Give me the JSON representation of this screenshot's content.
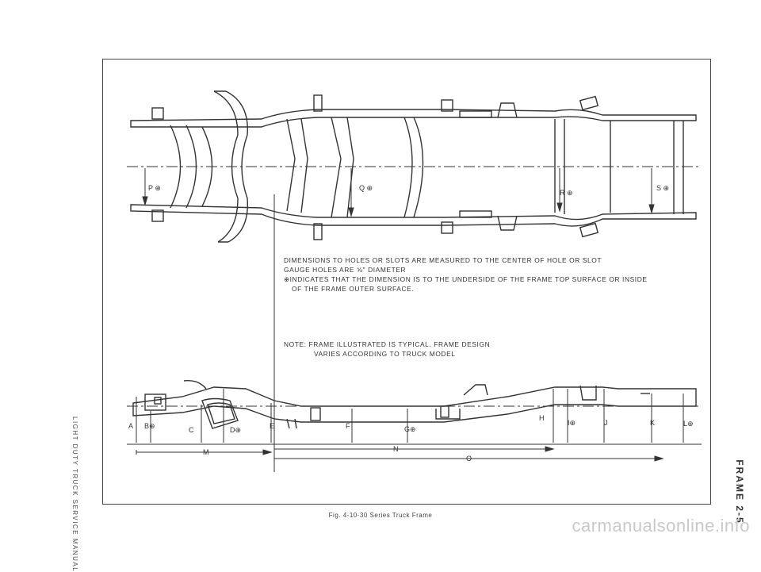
{
  "side_label_left": "LIGHT DUTY TRUCK SERVICE MANUAL",
  "side_label_right": "FRAME 2-5",
  "notes": {
    "line1": "DIMENSIONS TO HOLES OR SLOTS ARE MEASURED TO THE CENTER OF HOLE OR SLOT",
    "line2": "GAUGE HOLES ARE ⅝\" DIAMETER",
    "line3": "⊕INDICATES THAT THE DIMENSION IS TO THE UNDERSIDE OF THE FRAME TOP SURFACE OR INSIDE",
    "line4": "OF THE FRAME OUTER SURFACE."
  },
  "note2": {
    "line1": "NOTE: FRAME ILLUSTRATED IS TYPICAL. FRAME DESIGN",
    "line2": "VARIES ACCORDING TO TRUCK MODEL"
  },
  "top_view_labels": {
    "p": "P ⊕",
    "q": "Q ⊕",
    "r": "R ⊕",
    "s": "S ⊕"
  },
  "side_view_labels": {
    "a": "A",
    "b": "B⊕",
    "c": "C",
    "d": "D⊕",
    "e": "E",
    "f": "F",
    "g": "G⊕",
    "h": "H",
    "i": "I⊕",
    "j": "J",
    "k": "K",
    "l": "L⊕",
    "m": "M",
    "n": "N",
    "o": "O"
  },
  "caption": "Fig. 4-10-30 Series Truck Frame",
  "watermark": "carmanualsonline.info"
}
